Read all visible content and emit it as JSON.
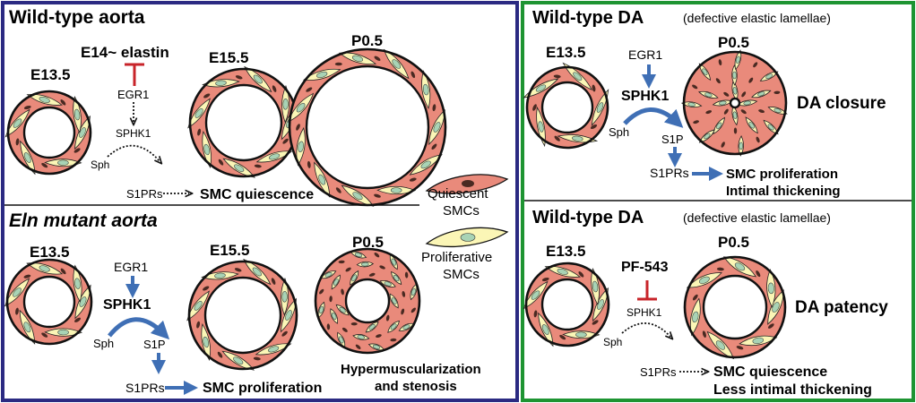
{
  "colors": {
    "left_frame": "#2b2a82",
    "right_frame": "#1e9432",
    "arrow_blue": "#3f6fb5",
    "inhibit_red": "#c8242a",
    "smc_pink": "#e98a7b",
    "smc_yellow": "#fbf6b6",
    "nucleus_green": "#a8d3b5",
    "nucleus_dark": "#4a2a22"
  },
  "left_top": {
    "title": "Wild-type aorta",
    "elastin_label": "E14~ elastin",
    "stage_e135": "E13.5",
    "stage_e155": "E15.5",
    "stage_p05": "P0.5",
    "egr1": "EGR1",
    "sphk1": "SPHK1",
    "sph": "Sph",
    "s1prs": "S1PRs",
    "outcome": "SMC quiescence"
  },
  "legend": {
    "quiescent_line1": "Quiescent",
    "quiescent_line2": "SMCs",
    "proliferative_line1": "Proliferative",
    "proliferative_line2": "SMCs"
  },
  "left_bottom": {
    "title": "Eln mutant aorta",
    "stage_e135": "E13.5",
    "stage_e155": "E15.5",
    "stage_p05": "P0.5",
    "egr1": "EGR1",
    "sphk1": "SPHK1",
    "sph": "Sph",
    "s1p": "S1P",
    "s1prs": "S1PRs",
    "outcome": "SMC proliferation",
    "result_line1": "Hypermuscularization",
    "result_line2": "and stenosis"
  },
  "right_top": {
    "title": "Wild-type DA",
    "subtitle": "(defective elastic lamellae)",
    "stage_e135": "E13.5",
    "stage_p05": "P0.5",
    "egr1": "EGR1",
    "sphk1": "SPHK1",
    "sph": "Sph",
    "s1p": "S1P",
    "s1prs": "S1PRs",
    "outcome_line1": "SMC proliferation",
    "outcome_line2": "Intimal thickening",
    "result": "DA closure"
  },
  "right_bottom": {
    "title": "Wild-type DA",
    "subtitle": "(defective elastic lamellae)",
    "stage_e135": "E13.5",
    "stage_p05": "P0.5",
    "inhibitor": "PF-543",
    "sphk1": "SPHK1",
    "sph": "Sph",
    "s1prs": "S1PRs",
    "outcome_line1": "SMC quiescence",
    "outcome_line2": "Less intimal thickening",
    "result": "DA patency"
  }
}
